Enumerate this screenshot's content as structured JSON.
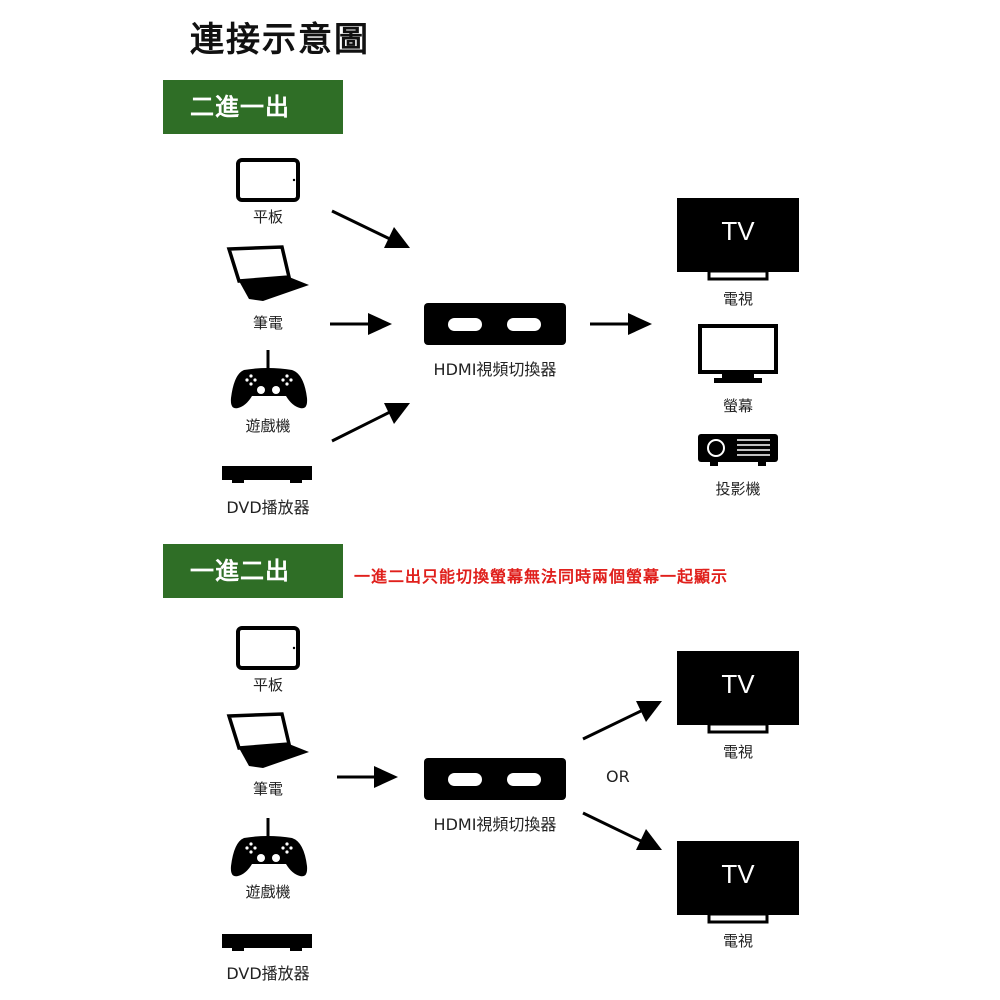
{
  "title": "連接示意圖",
  "colors": {
    "badge": "#2f6e26",
    "note": "#e0201c",
    "icon": "#000000"
  },
  "section1": {
    "badge": "二進一出",
    "inputs": [
      {
        "label": "平板",
        "icon": "tablet-icon"
      },
      {
        "label": "筆電",
        "icon": "laptop-icon"
      },
      {
        "label": "遊戲機",
        "icon": "gamepad-icon"
      },
      {
        "label": "DVD播放器",
        "icon": "dvd-player-icon"
      }
    ],
    "switch_label": "HDMI視頻切換器",
    "tv_text": "TV",
    "outputs": [
      {
        "label": "電視",
        "icon": "tv-icon"
      },
      {
        "label": "螢幕",
        "icon": "monitor-icon"
      },
      {
        "label": "投影機",
        "icon": "projector-icon"
      }
    ]
  },
  "section2": {
    "badge": "一進二出",
    "note": "一進二出只能切換螢幕無法同時兩個螢幕一起顯示",
    "inputs": [
      {
        "label": "平板",
        "icon": "tablet-icon"
      },
      {
        "label": "筆電",
        "icon": "laptop-icon"
      },
      {
        "label": "遊戲機",
        "icon": "gamepad-icon"
      },
      {
        "label": "DVD播放器",
        "icon": "dvd-player-icon"
      }
    ],
    "switch_label": "HDMI視頻切換器",
    "or_text": "OR",
    "tv_text": "TV",
    "outputs": [
      {
        "label": "電視",
        "icon": "tv-icon"
      },
      {
        "label": "電視",
        "icon": "tv-icon"
      }
    ]
  }
}
